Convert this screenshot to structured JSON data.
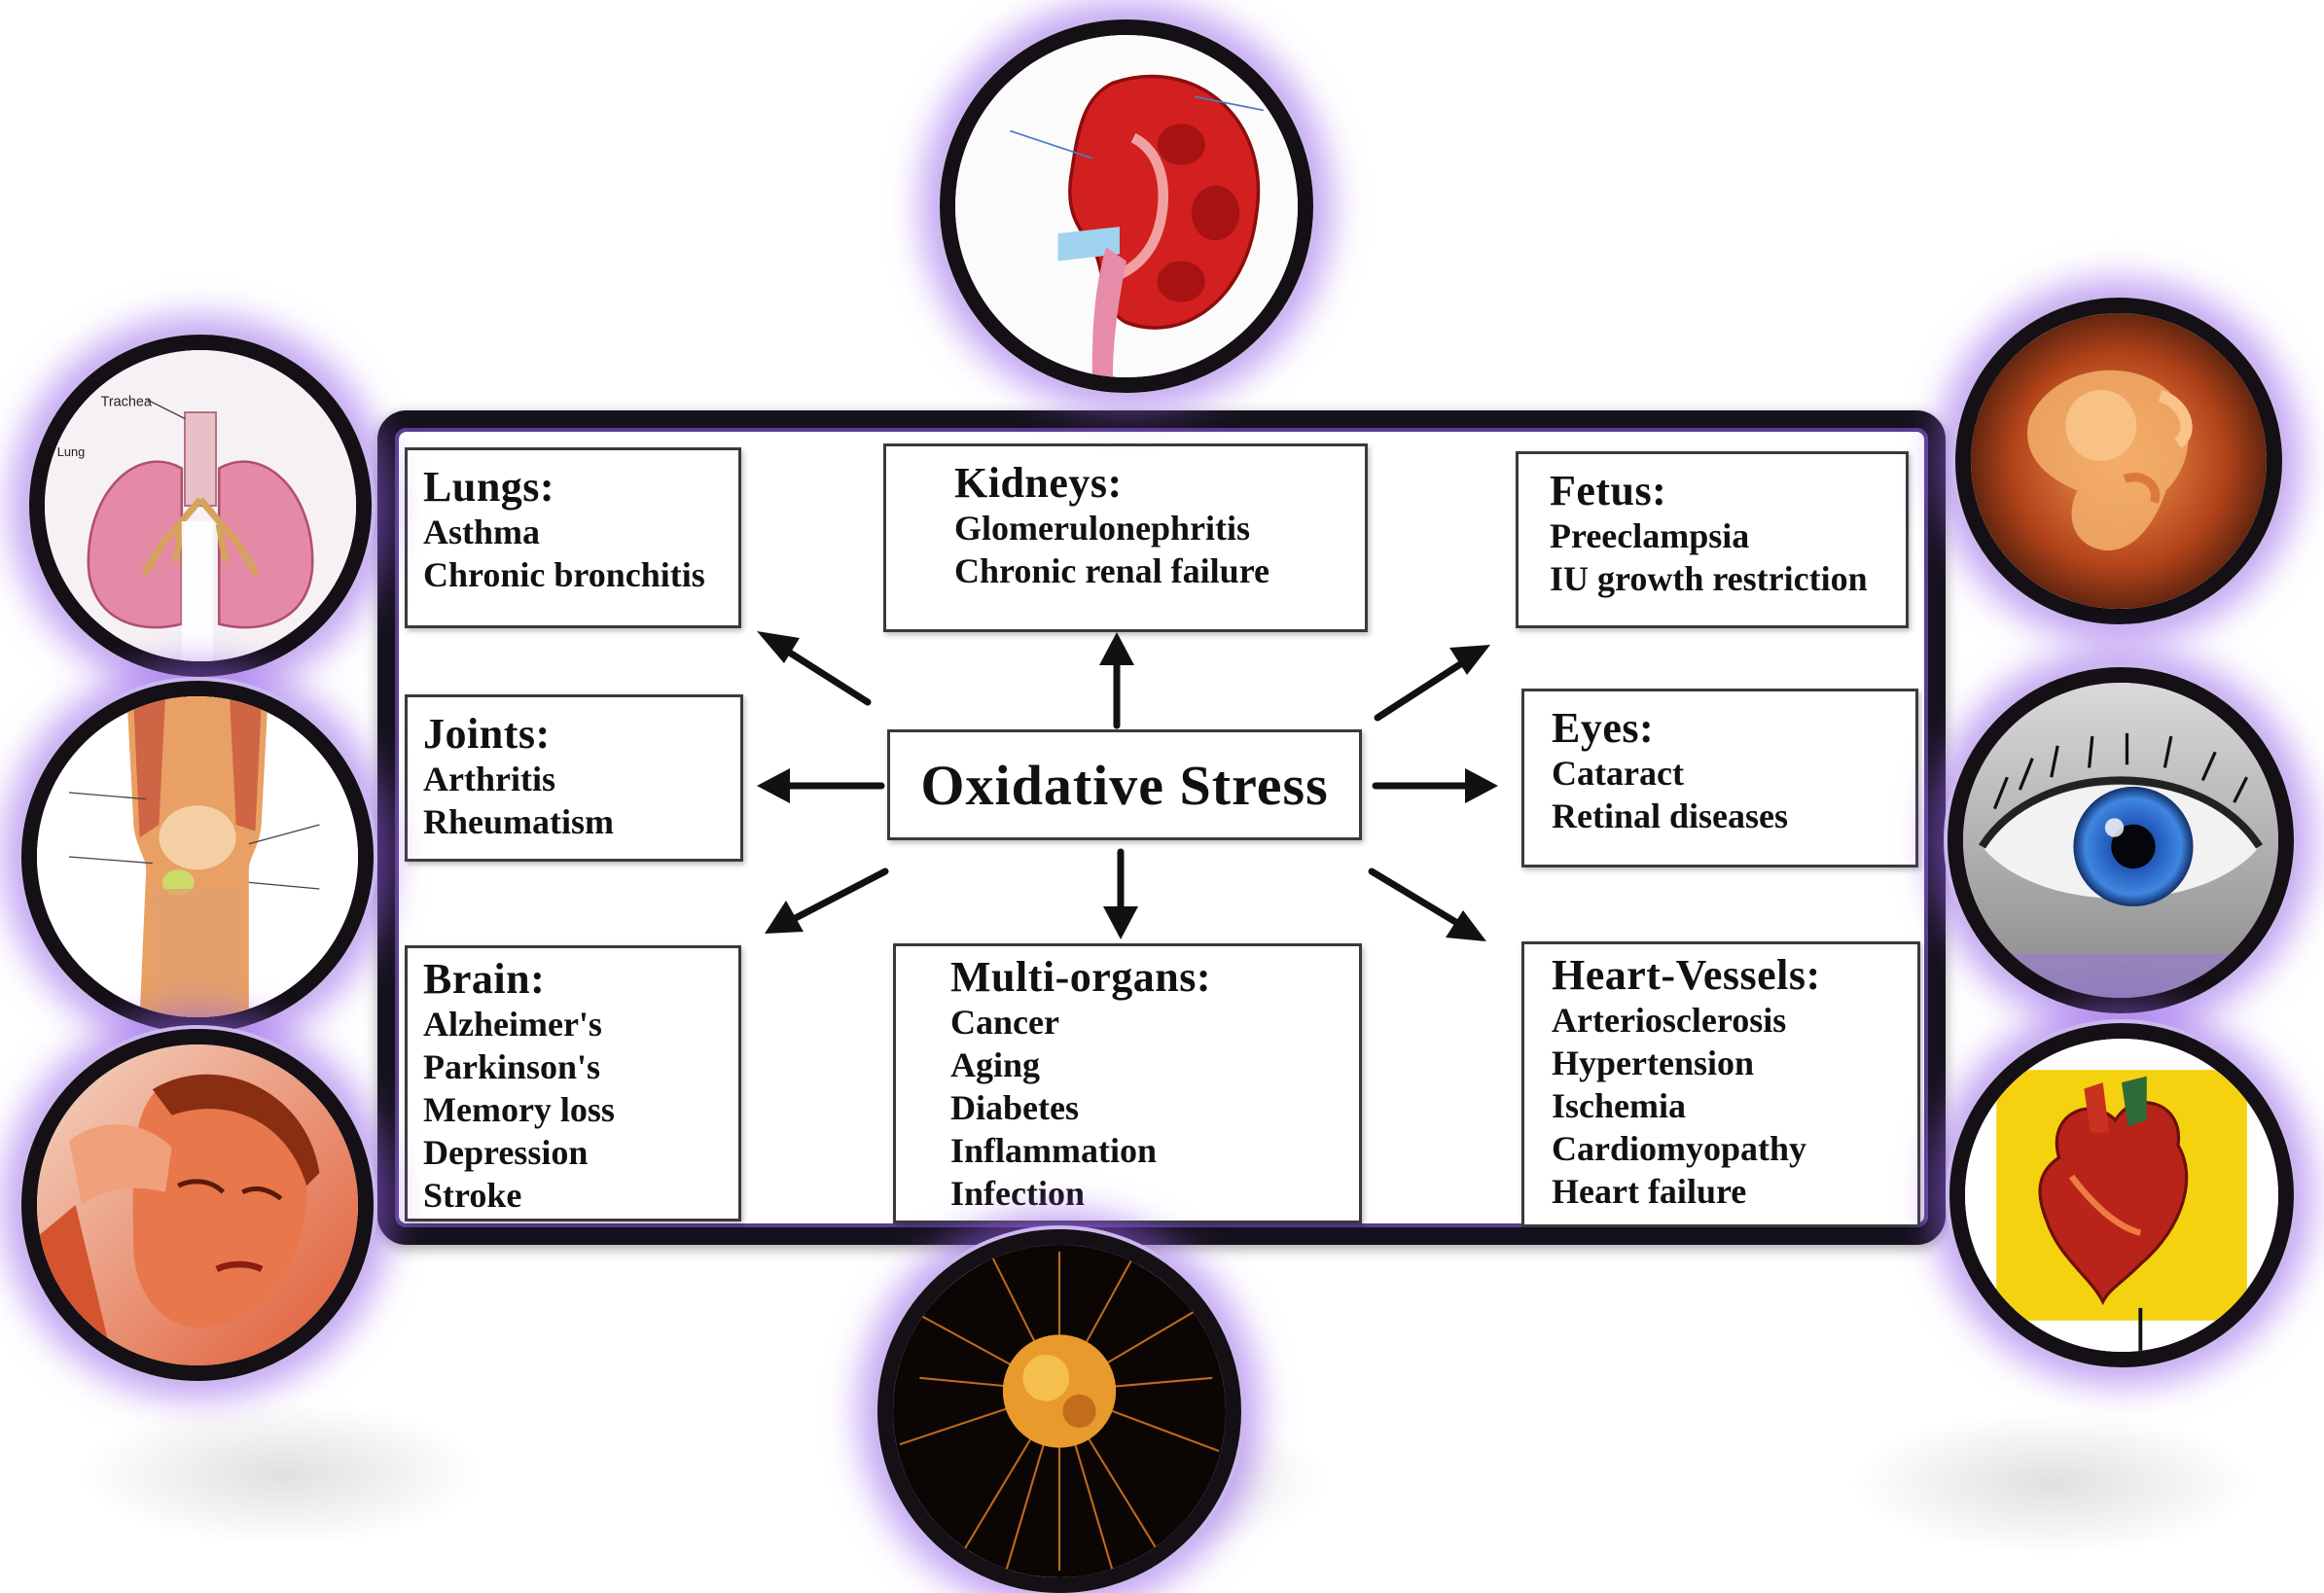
{
  "center": {
    "label": "Oxidative Stress"
  },
  "boxes": {
    "lungs": {
      "title": "Lungs:",
      "items": [
        "Asthma",
        "Chronic bronchitis"
      ]
    },
    "kidneys": {
      "title": "Kidneys:",
      "items": [
        "Glomerulonephritis",
        "Chronic renal failure"
      ]
    },
    "fetus": {
      "title": "Fetus:",
      "items": [
        "Preeclampsia",
        "IU growth restriction"
      ]
    },
    "joints": {
      "title": "Joints:",
      "items": [
        "Arthritis",
        "Rheumatism"
      ]
    },
    "eyes": {
      "title": "Eyes:",
      "items": [
        "Cataract",
        "Retinal diseases"
      ]
    },
    "brain": {
      "title": "Brain:",
      "items": [
        "Alzheimer's",
        "Parkinson's",
        "Memory loss",
        "Depression",
        "Stroke"
      ]
    },
    "multi": {
      "title": "Multi-organs:",
      "items": [
        "Cancer",
        "Aging",
        "Diabetes",
        "Inflammation",
        "Infection"
      ]
    },
    "heart": {
      "title": "Heart-Vessels:",
      "items": [
        "Arteriosclerosis",
        "Hypertension",
        "Ischemia",
        "Cardiomyopathy",
        "Heart failure"
      ]
    }
  },
  "images": {
    "lungs_labels": [
      "Trachea",
      "Lung"
    ],
    "icons": [
      "lungs-icon",
      "kidney-icon",
      "fetus-icon",
      "knee-joint-icon",
      "eye-icon",
      "headache-woman-icon",
      "cancer-cell-icon",
      "heart-icon"
    ]
  },
  "colors": {
    "frame": "#16121d",
    "frame_inner": "#5a3d93",
    "glow": "#965feb",
    "text": "#111111"
  }
}
